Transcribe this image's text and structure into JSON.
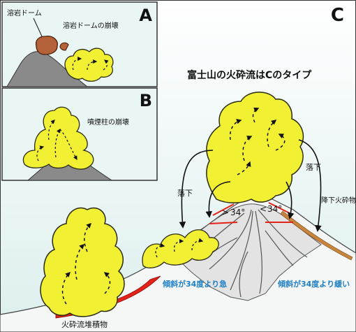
{
  "panels": {
    "a": {
      "letter": "A",
      "dome_label": "溶岩ドーム",
      "collapse_label": "溶岩ドームの崩壊"
    },
    "b": {
      "letter": "B",
      "collapse_label": "噴煙柱の崩壊"
    },
    "c": {
      "letter": "C",
      "title": "富士山の火砕流はCのタイプ",
      "fall_left": "落下",
      "fall_right": "落下",
      "angle_left": "34°",
      "angle_right": "34°",
      "angle_left_symbol": ">",
      "angle_right_symbol": "<",
      "tephra_label": "降下火砕物",
      "slope_steep": "傾斜が34度より急",
      "slope_gentle": "傾斜が34度より緩い",
      "deposit_label": "火砕流堆積物"
    }
  },
  "colors": {
    "cloud_fill": "#f2f032",
    "cloud_stroke": "#2a2a10",
    "volcano_fill": "#8a8a8a",
    "cone_fill": "#e2e2e2",
    "dome_fill": "#b5623a",
    "deposit_red": "#e2231a",
    "tephra_brown": "#c8843c",
    "accent_blue": "#1f7fc4",
    "sky_top": "#ffffff",
    "sky_bottom": "#dff1ef"
  }
}
